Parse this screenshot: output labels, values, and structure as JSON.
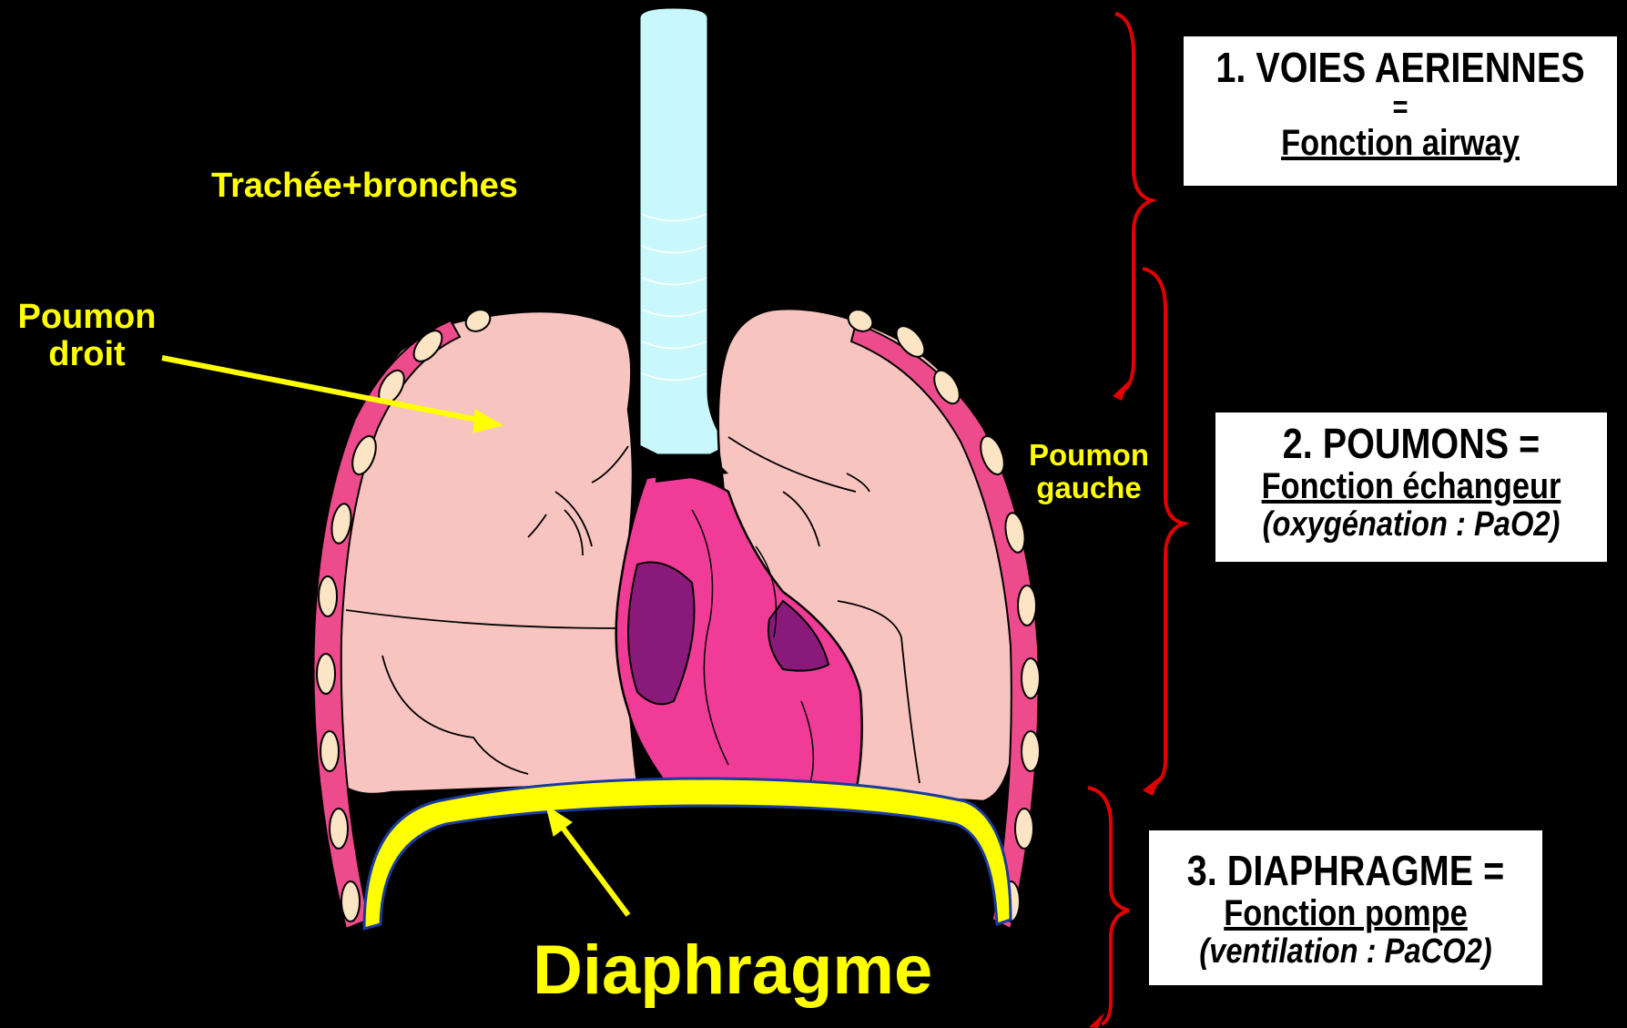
{
  "labels": {
    "trachea": "Trachée+bronches",
    "right_lung_line1": "Poumon",
    "right_lung_line2": "droit",
    "left_lung_line1": "Poumon",
    "left_lung_line2": "gauche",
    "diaphragm": "Diaphragme"
  },
  "boxes": {
    "airways": {
      "title": "1. VOIES AERIENNES",
      "eq": "=",
      "function": "Fonction airway"
    },
    "lungs": {
      "title": "2. POUMONS =",
      "function": "Fonction échangeur",
      "detail": "(oxygénation : PaO2)"
    },
    "diaphragm": {
      "title": "3. DIAPHRAGME =",
      "function": "Fonction pompe",
      "detail": "(ventilation : PaCO2)"
    }
  },
  "colors": {
    "background": "#000000",
    "label_yellow": "#ffff00",
    "lung_pink": "#f7c4c0",
    "heart_magenta": "#f03c96",
    "heart_purple": "#8a1a7a",
    "trachea_cyan": "#c8f8fb",
    "rib_pink": "#ee4b8c",
    "rib_bone": "#fbe5c4",
    "brace_red": "#e00000",
    "diaphragm_yellow": "#ffff00"
  }
}
